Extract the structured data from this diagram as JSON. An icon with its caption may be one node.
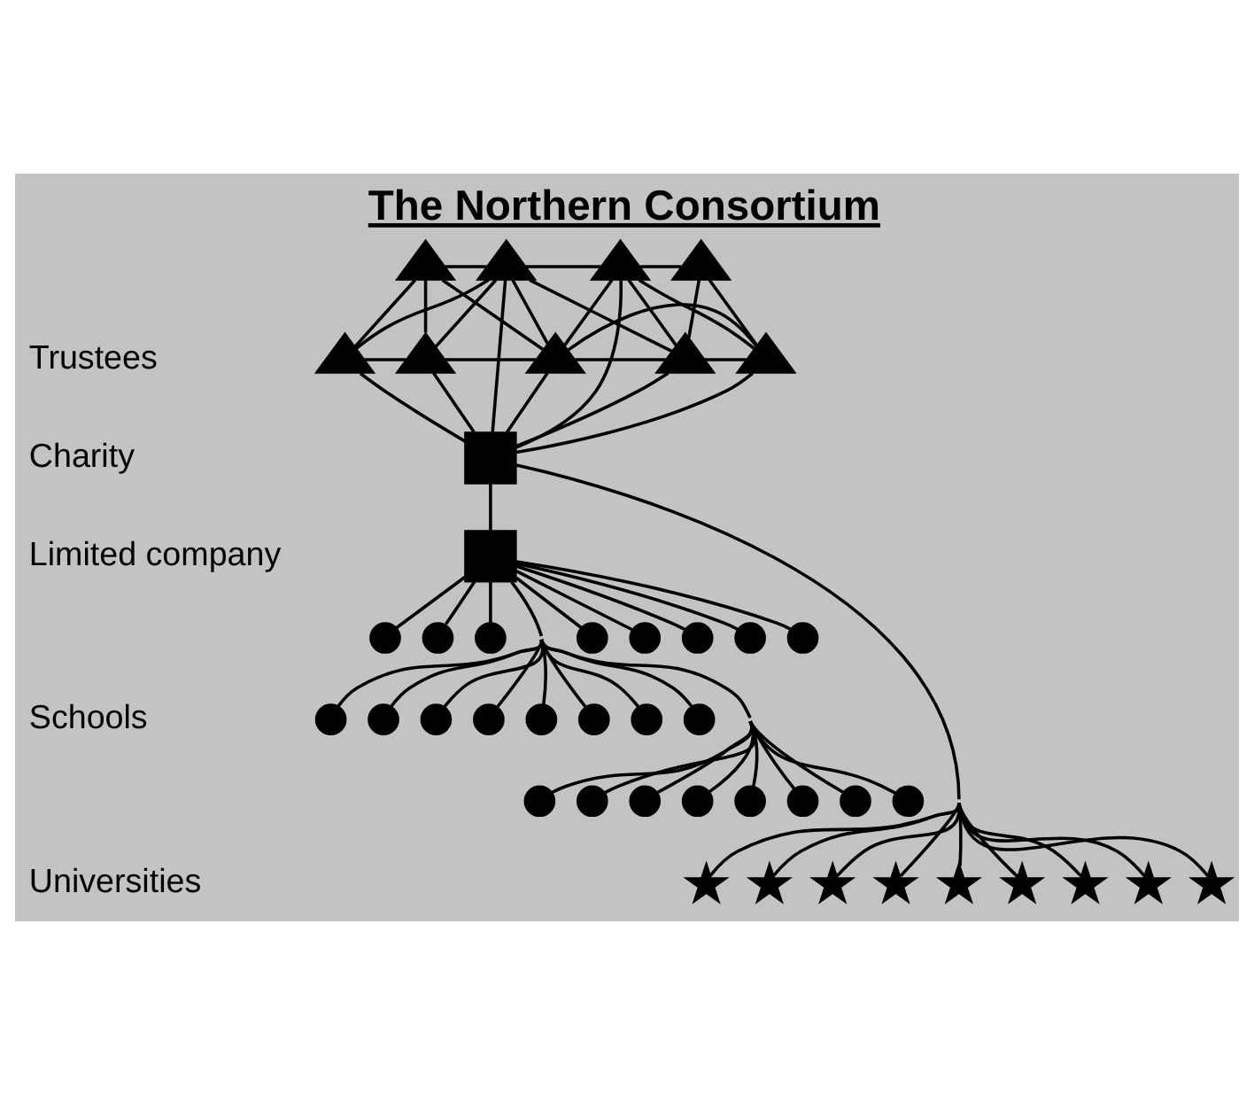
{
  "diagram": {
    "title": "The Northern Consortium",
    "nodes": [
      {
        "text": [],
        "shape": "triangle"
      },
      {
        "text": [],
        "shape": "triangle"
      },
      {
        "text": [],
        "shape": "triangle"
      },
      {
        "text": [],
        "shape": "triangle"
      },
      {
        "text": [],
        "shape": "triangle"
      },
      {
        "text": [],
        "shape": "triangle"
      },
      {
        "text": [],
        "shape": "triangle"
      },
      {
        "text": [],
        "shape": "triangle"
      },
      {
        "text": [],
        "shape": "triangle"
      },
      {
        "text": [],
        "shape": "box"
      },
      {
        "text": [],
        "shape": "box"
      },
      {
        "text": [],
        "shape": "circle"
      },
      {
        "text": [],
        "shape": "circle"
      },
      {
        "text": [],
        "shape": "circle"
      },
      {
        "text": [],
        "shape": "circle"
      },
      {
        "text": [],
        "shape": "circle"
      },
      {
        "text": [],
        "shape": "circle"
      },
      {
        "text": [],
        "shape": "circle"
      },
      {
        "text": [],
        "shape": "circle"
      },
      {
        "text": [],
        "shape": "circle"
      },
      {
        "text": [],
        "shape": "circle"
      },
      {
        "text": [],
        "shape": "circle"
      },
      {
        "text": [],
        "shape": "circle"
      },
      {
        "text": [],
        "shape": "circle"
      },
      {
        "text": [],
        "shape": "circle"
      },
      {
        "text": [],
        "shape": "circle"
      },
      {
        "text": [],
        "shape": "circle"
      },
      {
        "text": [],
        "shape": "circle"
      },
      {
        "text": [],
        "shape": "circle"
      },
      {
        "text": [],
        "shape": "circle"
      },
      {
        "text": [],
        "shape": "circle"
      },
      {
        "text": [],
        "shape": "circle"
      },
      {
        "text": [],
        "shape": "circle"
      },
      {
        "text": [],
        "shape": "circle"
      },
      {
        "text": [],
        "shape": "circle"
      },
      {
        "text": [],
        "shape": "star"
      },
      {
        "text": [],
        "shape": "star"
      },
      {
        "text": [],
        "shape": "star"
      },
      {
        "text": [],
        "shape": "star"
      },
      {
        "text": [],
        "shape": "star"
      },
      {
        "text": [],
        "shape": "star"
      },
      {
        "text": [],
        "shape": "star"
      },
      {
        "text": [],
        "shape": "star"
      },
      {
        "text": [],
        "shape": "star"
      }
    ],
    "edges": [
      {
        "from": 0,
        "to": 1,
        "arrow": "none"
      },
      {
        "from": 1,
        "to": 2,
        "arrow": "none"
      },
      {
        "from": 2,
        "to": 3,
        "arrow": "none"
      },
      {
        "from": 4,
        "to": 5,
        "arrow": "none"
      },
      {
        "from": 5,
        "to": 6,
        "arrow": "none"
      },
      {
        "from": 6,
        "to": 7,
        "arrow": "none"
      },
      {
        "from": 7,
        "to": 8,
        "arrow": "none"
      },
      {
        "from": 6,
        "to": 8,
        "arrow": "none"
      },
      {
        "from": 0,
        "to": 4,
        "arrow": "none"
      },
      {
        "from": 0,
        "to": 5,
        "arrow": "none"
      },
      {
        "from": 0,
        "to": 6,
        "arrow": "none"
      },
      {
        "from": 1,
        "to": 4,
        "arrow": "none"
      },
      {
        "from": 1,
        "to": 5,
        "arrow": "none"
      },
      {
        "from": 1,
        "to": 6,
        "arrow": "none"
      },
      {
        "from": 1,
        "to": 7,
        "arrow": "none"
      },
      {
        "from": 2,
        "to": 6,
        "arrow": "none"
      },
      {
        "from": 2,
        "to": 7,
        "arrow": "none"
      },
      {
        "from": 2,
        "to": 8,
        "arrow": "none"
      },
      {
        "from": 3,
        "to": 7,
        "arrow": "none"
      },
      {
        "from": 3,
        "to": 8,
        "arrow": "none"
      },
      {
        "from": 4,
        "to": 9,
        "arrow": "none"
      },
      {
        "from": 5,
        "to": 9,
        "arrow": "none"
      },
      {
        "from": 1,
        "to": 9,
        "arrow": "none"
      },
      {
        "from": 6,
        "to": 9,
        "arrow": "none"
      },
      {
        "from": 2,
        "to": 9,
        "arrow": "none"
      },
      {
        "from": 7,
        "to": 9,
        "arrow": "none"
      },
      {
        "from": 8,
        "to": 9,
        "arrow": "none"
      },
      {
        "from": 9,
        "to": 10,
        "arrow": "none"
      },
      {
        "from": 10,
        "to": 11,
        "arrow": "none"
      },
      {
        "from": 10,
        "to": 12,
        "arrow": "none"
      },
      {
        "from": 10,
        "to": 13,
        "arrow": "none"
      },
      {
        "from": 10,
        "to": 14,
        "arrow": "none"
      },
      {
        "from": 10,
        "to": 15,
        "arrow": "none"
      },
      {
        "from": 10,
        "to": 16,
        "arrow": "none"
      },
      {
        "from": 10,
        "to": 17,
        "arrow": "none"
      },
      {
        "from": 10,
        "to": 18,
        "arrow": "none"
      },
      {
        "from": 10,
        "to": 19,
        "arrow": "none"
      },
      {
        "from": 10,
        "to": 20,
        "arrow": "none"
      },
      {
        "from": 10,
        "to": 21,
        "arrow": "none"
      },
      {
        "from": 10,
        "to": 22,
        "arrow": "none"
      },
      {
        "from": 10,
        "to": 23,
        "arrow": "none"
      },
      {
        "from": 10,
        "to": 24,
        "arrow": "none"
      },
      {
        "from": 10,
        "to": 25,
        "arrow": "none"
      },
      {
        "from": 10,
        "to": 26,
        "arrow": "none"
      },
      {
        "from": 10,
        "to": 27,
        "arrow": "none"
      },
      {
        "from": 10,
        "to": 28,
        "arrow": "none"
      },
      {
        "from": 10,
        "to": 29,
        "arrow": "none"
      },
      {
        "from": 10,
        "to": 30,
        "arrow": "none"
      },
      {
        "from": 10,
        "to": 31,
        "arrow": "none"
      },
      {
        "from": 10,
        "to": 32,
        "arrow": "none"
      },
      {
        "from": 10,
        "to": 33,
        "arrow": "none"
      },
      {
        "from": 10,
        "to": 34,
        "arrow": "none"
      },
      {
        "from": 9,
        "to": 35,
        "arrow": "none"
      },
      {
        "from": 9,
        "to": 36,
        "arrow": "none"
      },
      {
        "from": 9,
        "to": 37,
        "arrow": "none"
      },
      {
        "from": 9,
        "to": 38,
        "arrow": "none"
      },
      {
        "from": 9,
        "to": 39,
        "arrow": "none"
      },
      {
        "from": 9,
        "to": 40,
        "arrow": "none"
      },
      {
        "from": 9,
        "to": 41,
        "arrow": "none"
      },
      {
        "from": 9,
        "to": 42,
        "arrow": "none"
      },
      {
        "from": 9,
        "to": 43,
        "arrow": "none"
      }
    ],
    "labels": [
      "Trustees",
      "Charity",
      "Limited company",
      "Schools",
      "Universities"
    ]
  }
}
